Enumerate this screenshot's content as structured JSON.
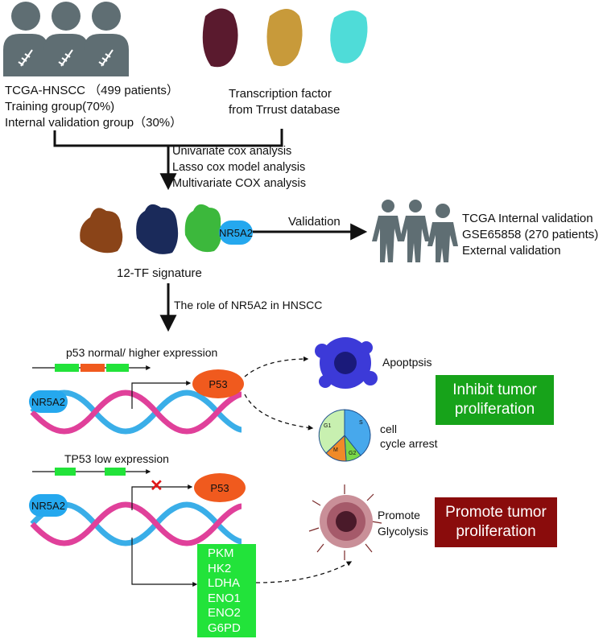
{
  "cohort": {
    "lines": [
      "TCGA-HNSCC （499 patients）",
      "Training group(70%)",
      "Internal validation group（30%）"
    ]
  },
  "tf_source": {
    "lines": [
      "Transcription factor",
      "from Trrust database"
    ]
  },
  "analysis": {
    "lines": [
      "Univariate cox analysis",
      "Lasso cox model   analysis",
      "Multivariate COX analysis"
    ]
  },
  "signature": {
    "gene_label": "NR5A2",
    "caption": "12-TF signature"
  },
  "validation": {
    "arrow_label": "Validation",
    "lines": [
      "TCGA Internal validation",
      "GSE65858 (270 patients)",
      "External validation"
    ]
  },
  "role": {
    "arrow_label": "The role of NR5A2 in HNSCC"
  },
  "upper_panel": {
    "title": "p53 normal/ higher expression",
    "nr5a2_label": "NR5A2",
    "p53_label": "P53",
    "apoptosis_label": "Apoptpsis",
    "cell_cycle_lines": [
      "cell",
      "cycle arrest"
    ],
    "pie_labels": [
      "G1",
      "S",
      "M",
      "G2"
    ],
    "outcome_lines": [
      "Inhibit tumor",
      "proliferation"
    ]
  },
  "lower_panel": {
    "title": "TP53 low expression",
    "nr5a2_label": "NR5A2",
    "p53_label": "P53",
    "blocked_mark": "✕",
    "genes": [
      "PKM",
      "HK2",
      "LDHA",
      "ENO1",
      "ENO2",
      "G6PD"
    ],
    "glycolysis_lines": [
      "Promote",
      "Glycolysis"
    ],
    "outcome_lines": [
      "Promote tumor",
      "proliferation"
    ]
  },
  "colors": {
    "patient_figure": "#5f6e73",
    "tf_maroon": "#5a1a2e",
    "tf_gold": "#c89a3a",
    "tf_cyan": "#4fdcd8",
    "sig_brown": "#8a4418",
    "sig_navy": "#1a2a5a",
    "sig_green": "#3cb83c",
    "nr5a2_blue": "#25a8ee",
    "p53_orange": "#f05a1e",
    "inhibit_box": "#17a31a",
    "promote_box": "#8a0c0c",
    "gene_box": "#22e33a",
    "dna_pink": "#e0409a",
    "dna_blue": "#3aaee8"
  }
}
